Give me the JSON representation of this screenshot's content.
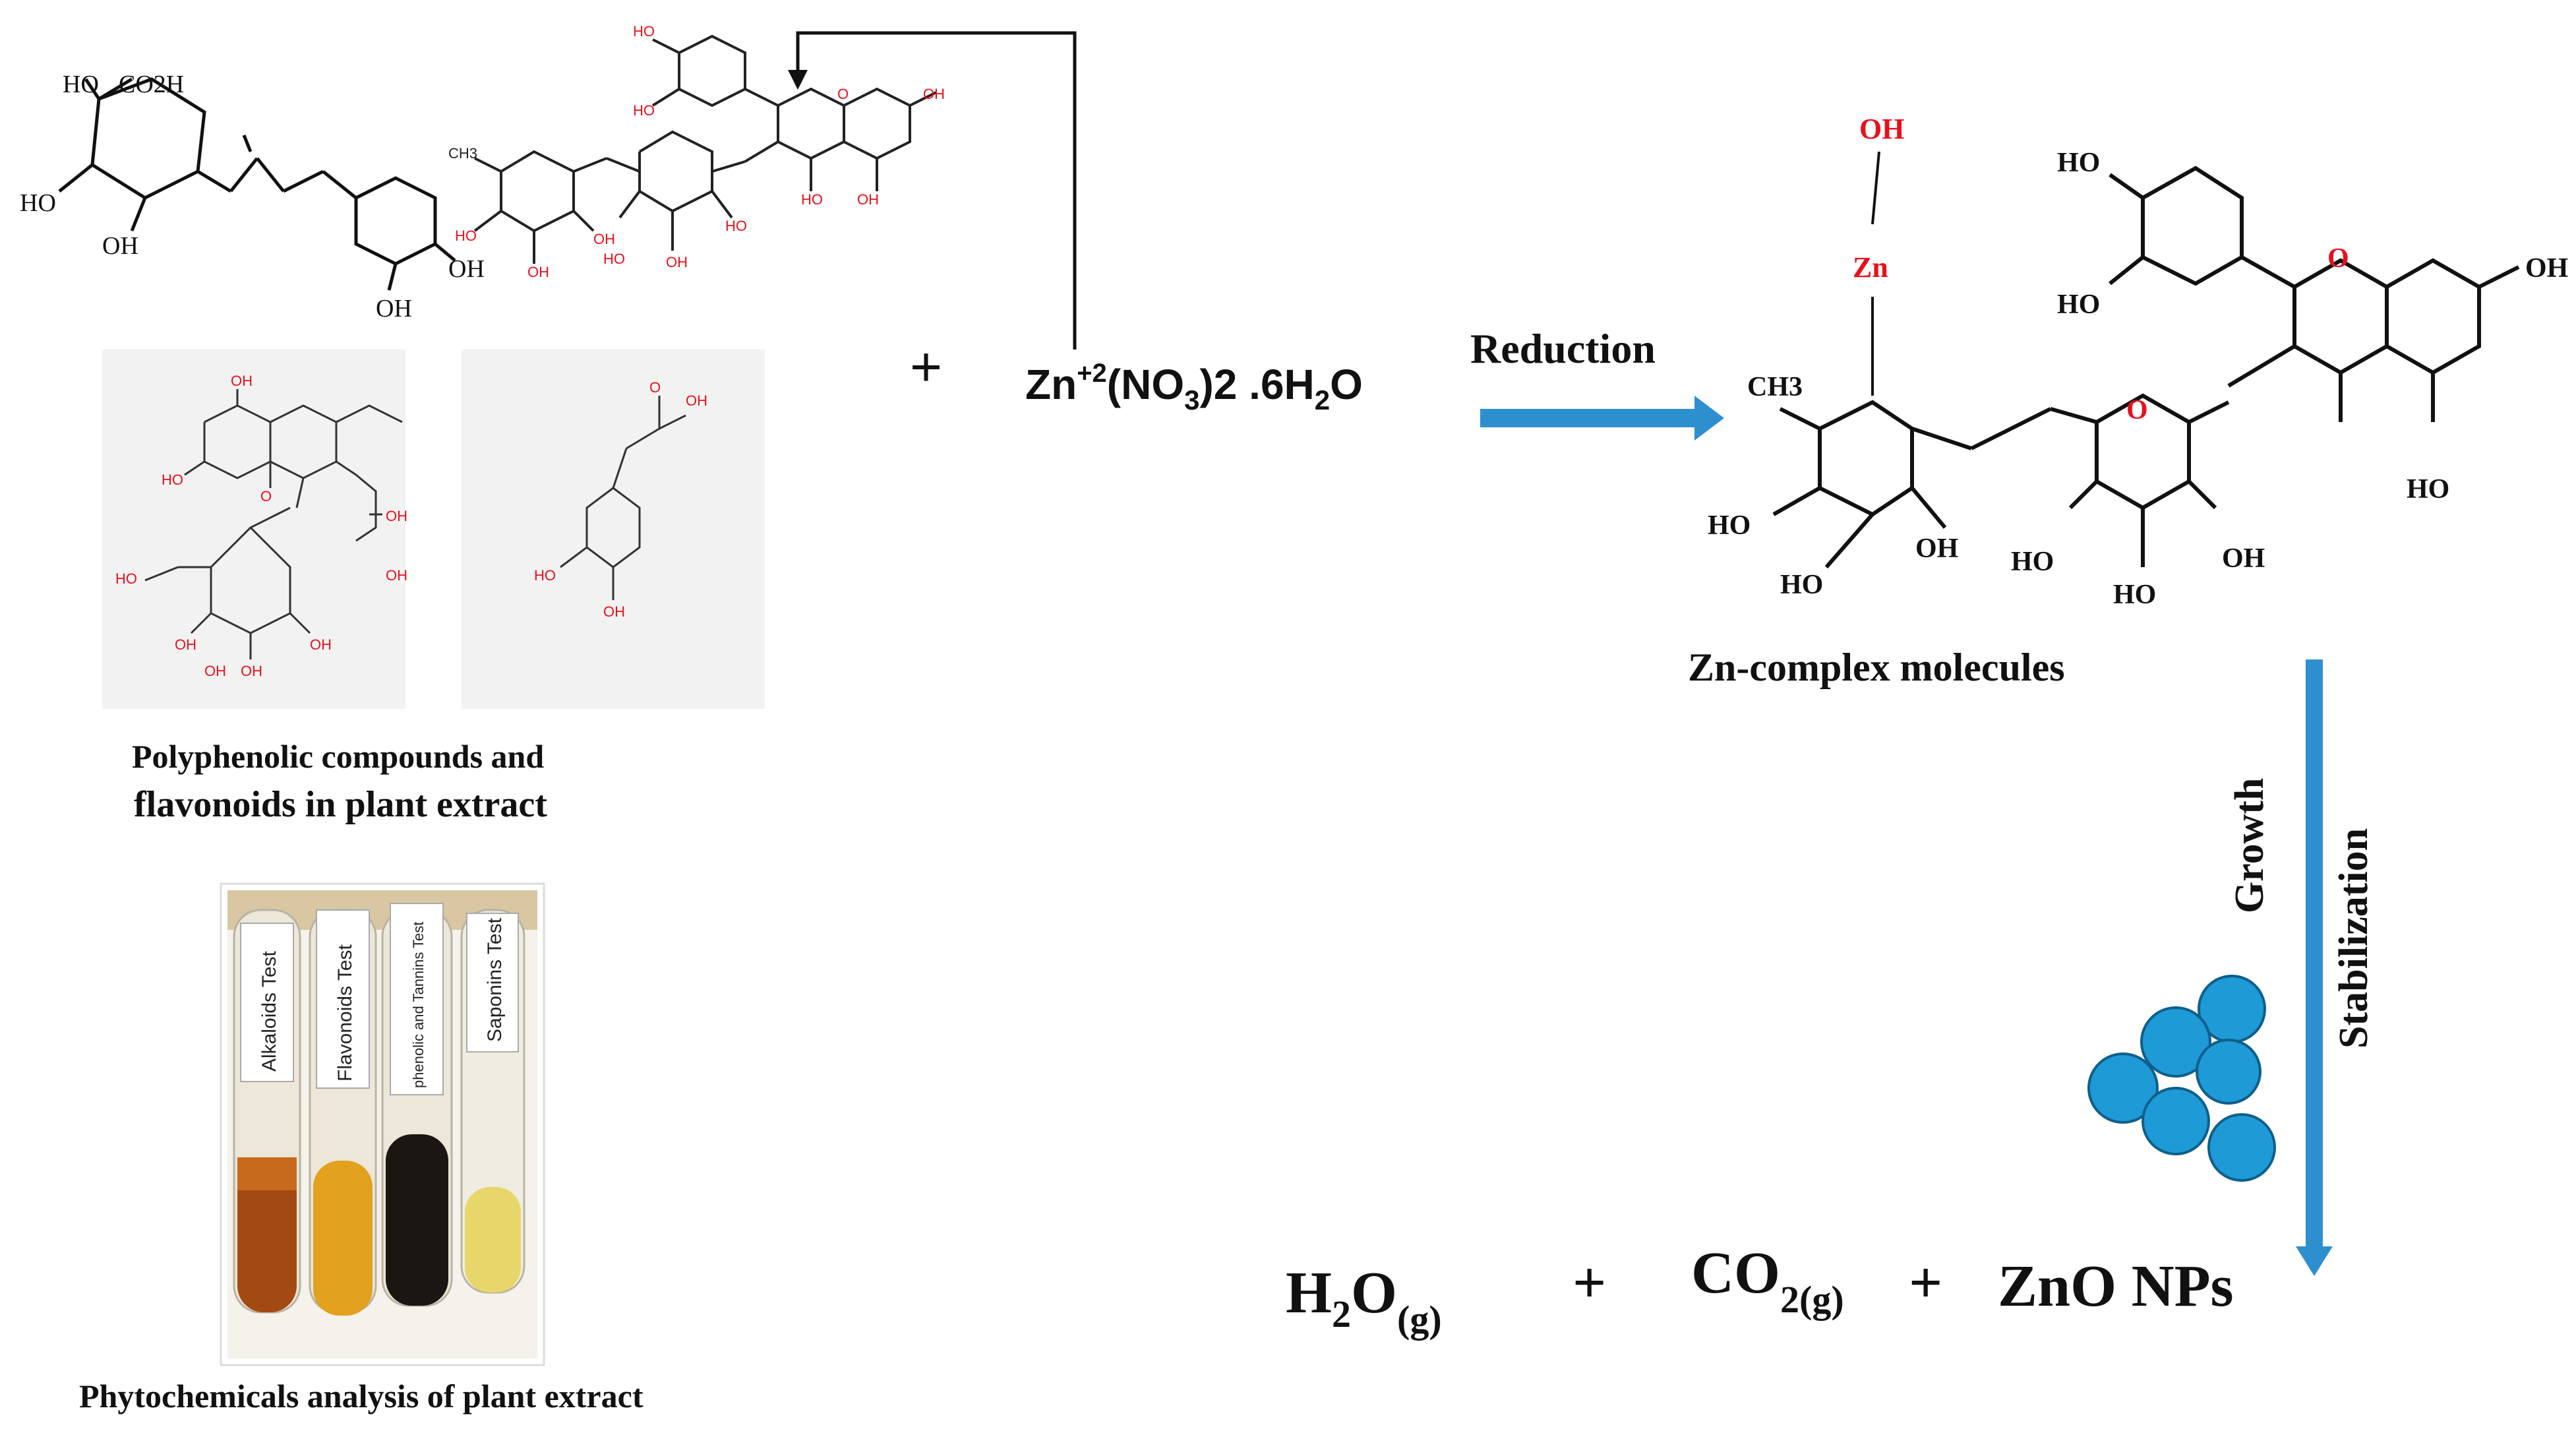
{
  "top_left_molecule": {
    "labels": [
      "HO",
      "CO2H",
      "HO",
      "OH",
      "OH",
      "OH"
    ]
  },
  "top_glycoside": {
    "labels": [
      "HO",
      "HO",
      "OH",
      "OH",
      "HO",
      "HO",
      "OH",
      "OH",
      "HO",
      "OH",
      "HO",
      "O",
      "CH3"
    ]
  },
  "panel_a": {
    "labels": [
      "OH",
      "HO",
      "O",
      "OH",
      "OH",
      "HO",
      "OH",
      "OH",
      "OH",
      "OH"
    ]
  },
  "panel_b": {
    "labels": [
      "OH",
      "O",
      "HO",
      "OH"
    ]
  },
  "plus_1": "+",
  "zinc_reagent": {
    "part1": "Zn",
    "charge": "+2",
    "part2": "(NO",
    "sub3": "3",
    "part3": ")2 .6H",
    "sub2": "2",
    "part4": "O"
  },
  "reduction_label": "Reduction",
  "zn_complex": {
    "oh_label": "OH",
    "zn_label": "Zn",
    "labels": [
      "HO",
      "HO",
      "OH",
      "HO",
      "O",
      "HO",
      "HO",
      "OH",
      "HO",
      "OH",
      "HO",
      "O",
      "CH3"
    ],
    "caption": "Zn-complex molecules"
  },
  "growth_label": "Growth",
  "stabilization_label": "Stabilization",
  "products": {
    "h2o": "H",
    "h2o_sub": "2",
    "h2o_o": "O",
    "h2o_phase": "(g)",
    "plus_a": "+",
    "co2": "CO",
    "co2_sub": "2(g)",
    "plus_b": "+",
    "zno": "ZnO NPs"
  },
  "caption_polyphenolic_line1": "Polyphenolic compounds and",
  "caption_polyphenolic_line2": "flavonoids in plant extract",
  "caption_phytochem": "Phytochemicals analysis of plant extract",
  "test_tubes": [
    "Alkaloids Test",
    "Flavonoids Test",
    "phenolic and Tannins Test",
    "Saponins Test"
  ],
  "colors": {
    "arrow_blue": "#2e8fcf",
    "nanoparticle_blue": "#1e9ad6",
    "red_atom": "#e8101c",
    "bond": "#222222"
  }
}
